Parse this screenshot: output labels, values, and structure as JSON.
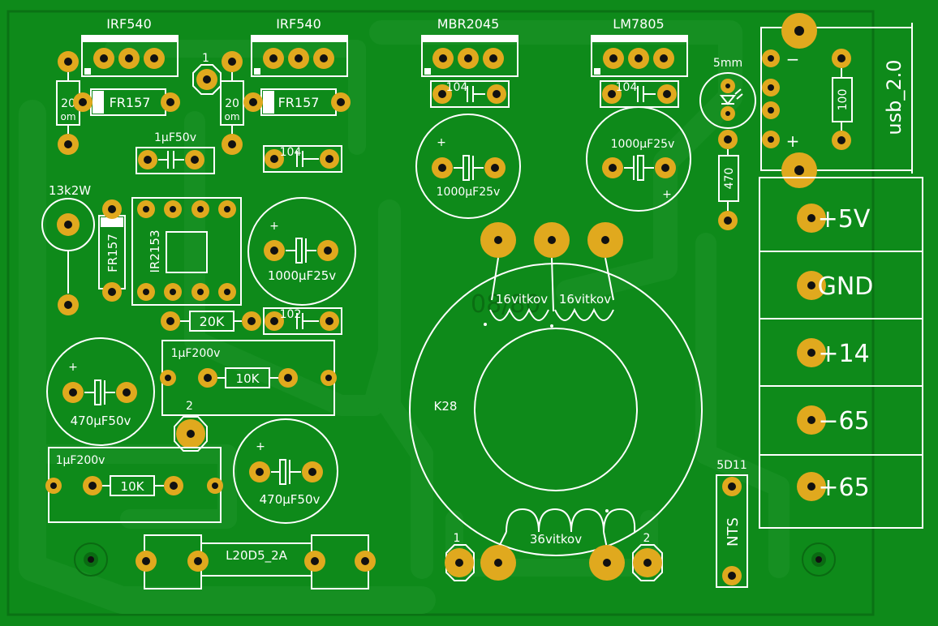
{
  "colors": {
    "board": "#0e8a1a",
    "copper": "#168f22",
    "pad": "#e0a91e",
    "silk": "#ffffff"
  },
  "top_labels": {
    "q1": "IRF540",
    "q2": "IRF540",
    "d_schottky": "MBR2045",
    "reg": "LM7805"
  },
  "resistors": {
    "gate1_val": "20",
    "gate1_unit": "om",
    "gate2_val": "20",
    "gate2_unit": "om",
    "r20k": "20K",
    "r10k_a": "10K",
    "r10k_b": "10K",
    "r470": "470",
    "r100": "100"
  },
  "diodes": {
    "fr1": "FR157",
    "fr2": "FR157",
    "fr3": "FR157"
  },
  "caps": {
    "c_1u50": "1μF50v",
    "c104_a": "104",
    "c104_b": "104",
    "c104_c": "104",
    "c102": "102",
    "e1000_a": "1000μF25v",
    "e1000_b": "1000μF25v",
    "e1000_c": "1000μF25v",
    "e470_a": "470μF50v",
    "e470_b": "470μF50v",
    "c1u200_a": "1μF200v",
    "c1u200_b": "1μF200v",
    "plus": "+"
  },
  "ic": {
    "name": "IR2153"
  },
  "misc": {
    "pin1": "1",
    "pin2": "2",
    "r13k2w": "13k2W",
    "led": "5mm",
    "fuse": "L20D5_2A",
    "ntc_name": "5D11",
    "ntc": "NTS",
    "pwr_conn": "usb_2.0",
    "usb_minus": "−",
    "usb_plus": "+"
  },
  "transformer": {
    "core": "K28",
    "sec1": "16vitkov",
    "sec2": "16vitkov",
    "prim": "36vitkov",
    "prim_in": "1",
    "prim_out": "2",
    "ghost": "08/80"
  },
  "terminals": [
    "+5V",
    "GND",
    "+14",
    "−65",
    "+65"
  ]
}
